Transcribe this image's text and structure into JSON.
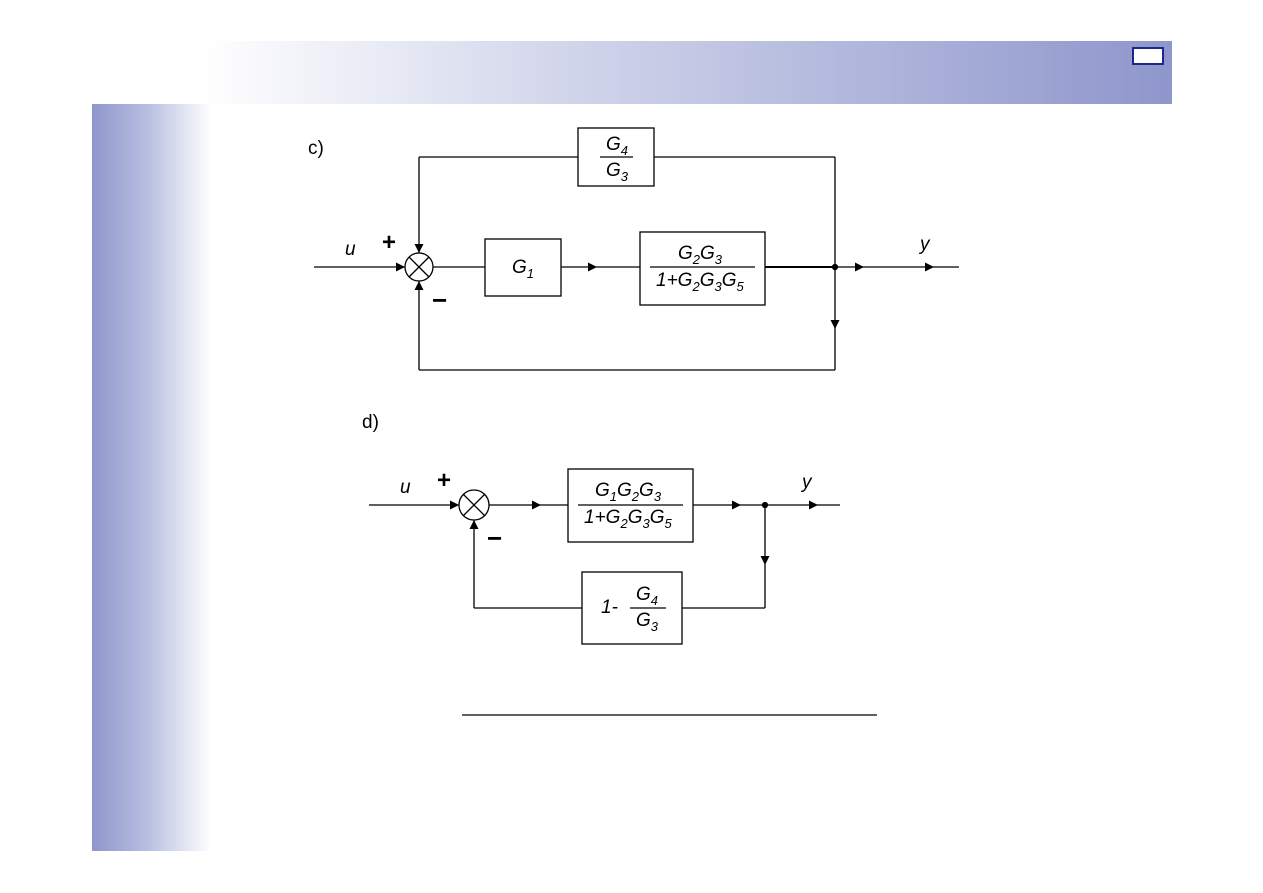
{
  "slide": {
    "marker": "slide-marker"
  },
  "diagram_c": {
    "label": "c)",
    "input": "u",
    "output": "y",
    "plus_sign": "+",
    "minus_sign": "−",
    "block_g1": {
      "base": "G",
      "sub": "1"
    },
    "block_top": {
      "num_base": "G",
      "num_sub": "4",
      "den_base": "G",
      "den_sub": "3"
    },
    "block_main": {
      "num": [
        {
          "base": "G",
          "sub": "2"
        },
        {
          "base": "G",
          "sub": "3"
        }
      ],
      "den_prefix": "1+",
      "den": [
        {
          "base": "G",
          "sub": "2"
        },
        {
          "base": "G",
          "sub": "3"
        },
        {
          "base": "G",
          "sub": "5"
        }
      ]
    }
  },
  "diagram_d": {
    "label": "d)",
    "input": "u",
    "output": "y",
    "plus_sign": "+",
    "minus_sign": "−",
    "block_forward": {
      "num": [
        {
          "base": "G",
          "sub": "1"
        },
        {
          "base": "G",
          "sub": "2"
        },
        {
          "base": "G",
          "sub": "3"
        }
      ],
      "den_prefix": "1+",
      "den": [
        {
          "base": "G",
          "sub": "2"
        },
        {
          "base": "G",
          "sub": "3"
        },
        {
          "base": "G",
          "sub": "5"
        }
      ]
    },
    "block_feedback": {
      "prefix": "1-",
      "num_base": "G",
      "num_sub": "4",
      "den_base": "G",
      "den_sub": "3"
    }
  }
}
